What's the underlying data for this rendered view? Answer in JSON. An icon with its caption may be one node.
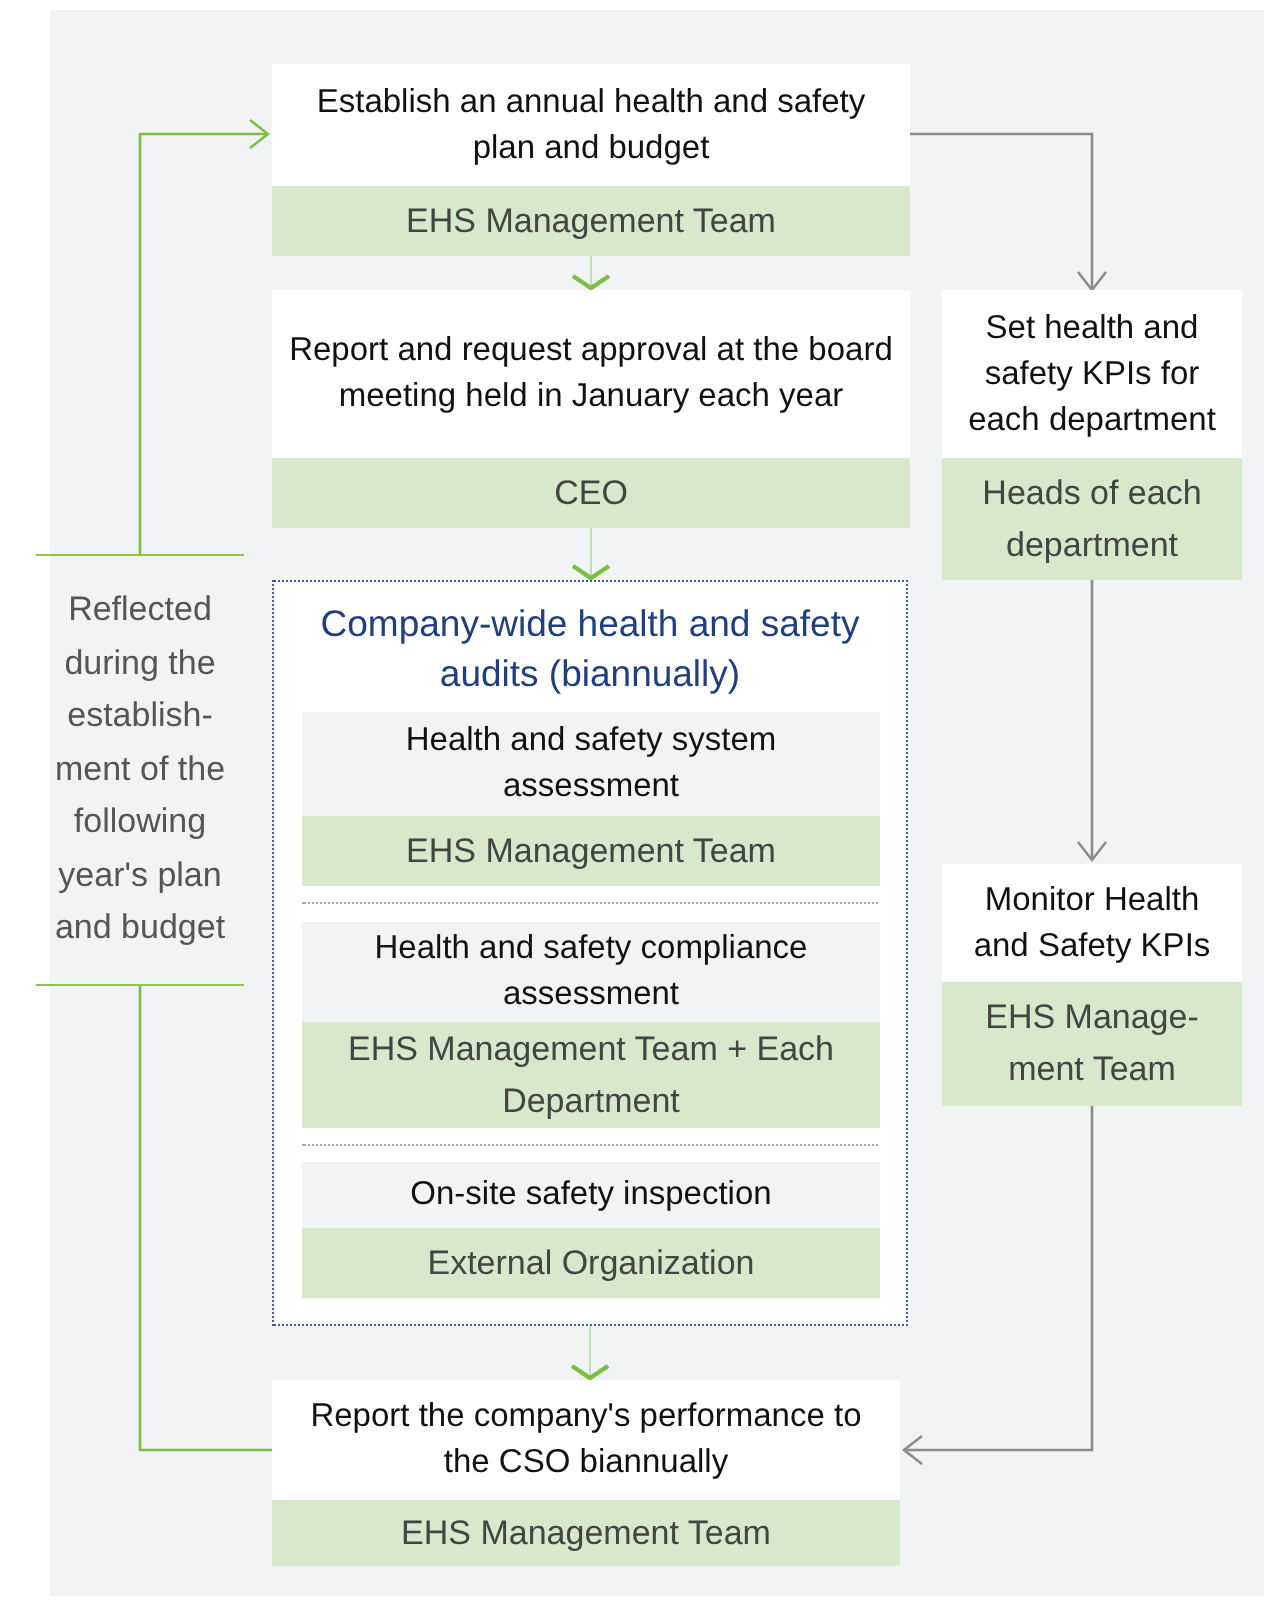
{
  "diagram": {
    "nodes": [
      {
        "text": [
          "Establish an annual health and safety plan and budget",
          "EHS Management Team"
        ]
      },
      {
        "text": [
          "Report and request approval at the board meeting held in January each year",
          "CEO"
        ]
      },
      {
        "text": [
          "Company-wide health and safety audits (biannually)"
        ]
      },
      {
        "text": [
          "Health and safety system assessment",
          "EHS Management Team"
        ],
        "in": 2
      },
      {
        "text": [
          "Health and safety compliance assessment",
          "EHS Management Team + Each Department"
        ],
        "in": 2
      },
      {
        "text": [
          "On-site safety inspection",
          "External Organization"
        ],
        "in": 2
      },
      {
        "text": [
          "Report the company's performance to the CSO biannually",
          "EHS Management Team"
        ]
      },
      {
        "text": [
          "Set health and safety KPIs for each department",
          "Heads of each department"
        ]
      },
      {
        "text": [
          "Monitor Health and Safety KPIs",
          "EHS Manage- ment Team"
        ]
      },
      {
        "text": [
          "Reflected during the establish- ment of the following year's plan and budget"
        ]
      }
    ],
    "edges": [
      {
        "from": 0,
        "to": 1,
        "arrow": "to"
      },
      {
        "from": 1,
        "to": 2,
        "arrow": "to"
      },
      {
        "from": 2,
        "to": 6,
        "arrow": "to"
      },
      {
        "from": 0,
        "to": 7,
        "arrow": "to",
        "color": "#8c8c8c"
      },
      {
        "from": 7,
        "to": 8,
        "arrow": "to",
        "color": "#8c8c8c"
      },
      {
        "from": 8,
        "to": 6,
        "arrow": "to",
        "color": "#8c8c8c"
      },
      {
        "from": 6,
        "to": 9,
        "arrow": "none"
      },
      {
        "from": 9,
        "to": 0,
        "arrow": "to"
      }
    ]
  }
}
